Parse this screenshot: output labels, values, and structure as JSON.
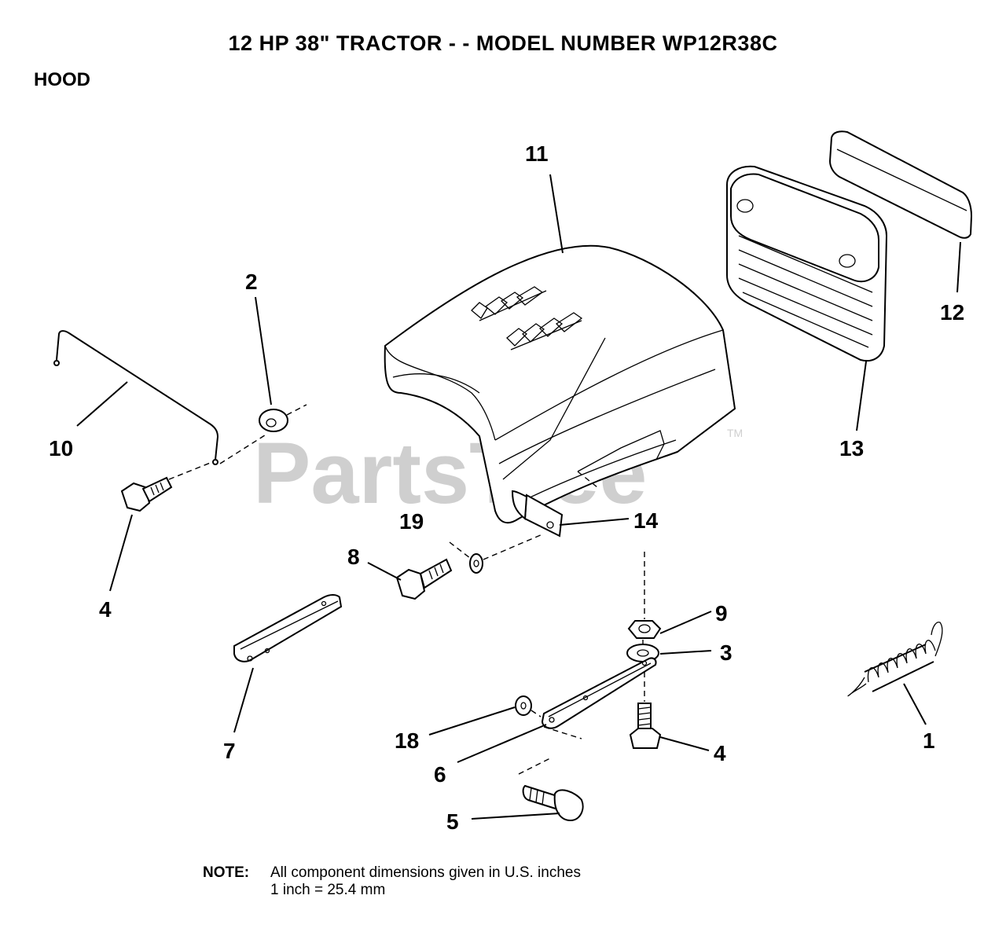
{
  "header": {
    "title": "12 HP 38\" TRACTOR - - MODEL NUMBER WP12R38C",
    "section": "HOOD"
  },
  "watermark": {
    "text": "PartsTree",
    "trademark": "TM"
  },
  "callouts": {
    "c1": "1",
    "c2": "2",
    "c3": "3",
    "c4a": "4",
    "c4b": "4",
    "c5": "5",
    "c6": "6",
    "c7": "7",
    "c8": "8",
    "c9": "9",
    "c10": "10",
    "c11": "11",
    "c12": "12",
    "c13": "13",
    "c14": "14",
    "c18": "18",
    "c19": "19"
  },
  "note": {
    "label": "NOTE:",
    "line1": "All component dimensions given in U.S. inches",
    "line2": "1 inch = 25.4 mm"
  }
}
